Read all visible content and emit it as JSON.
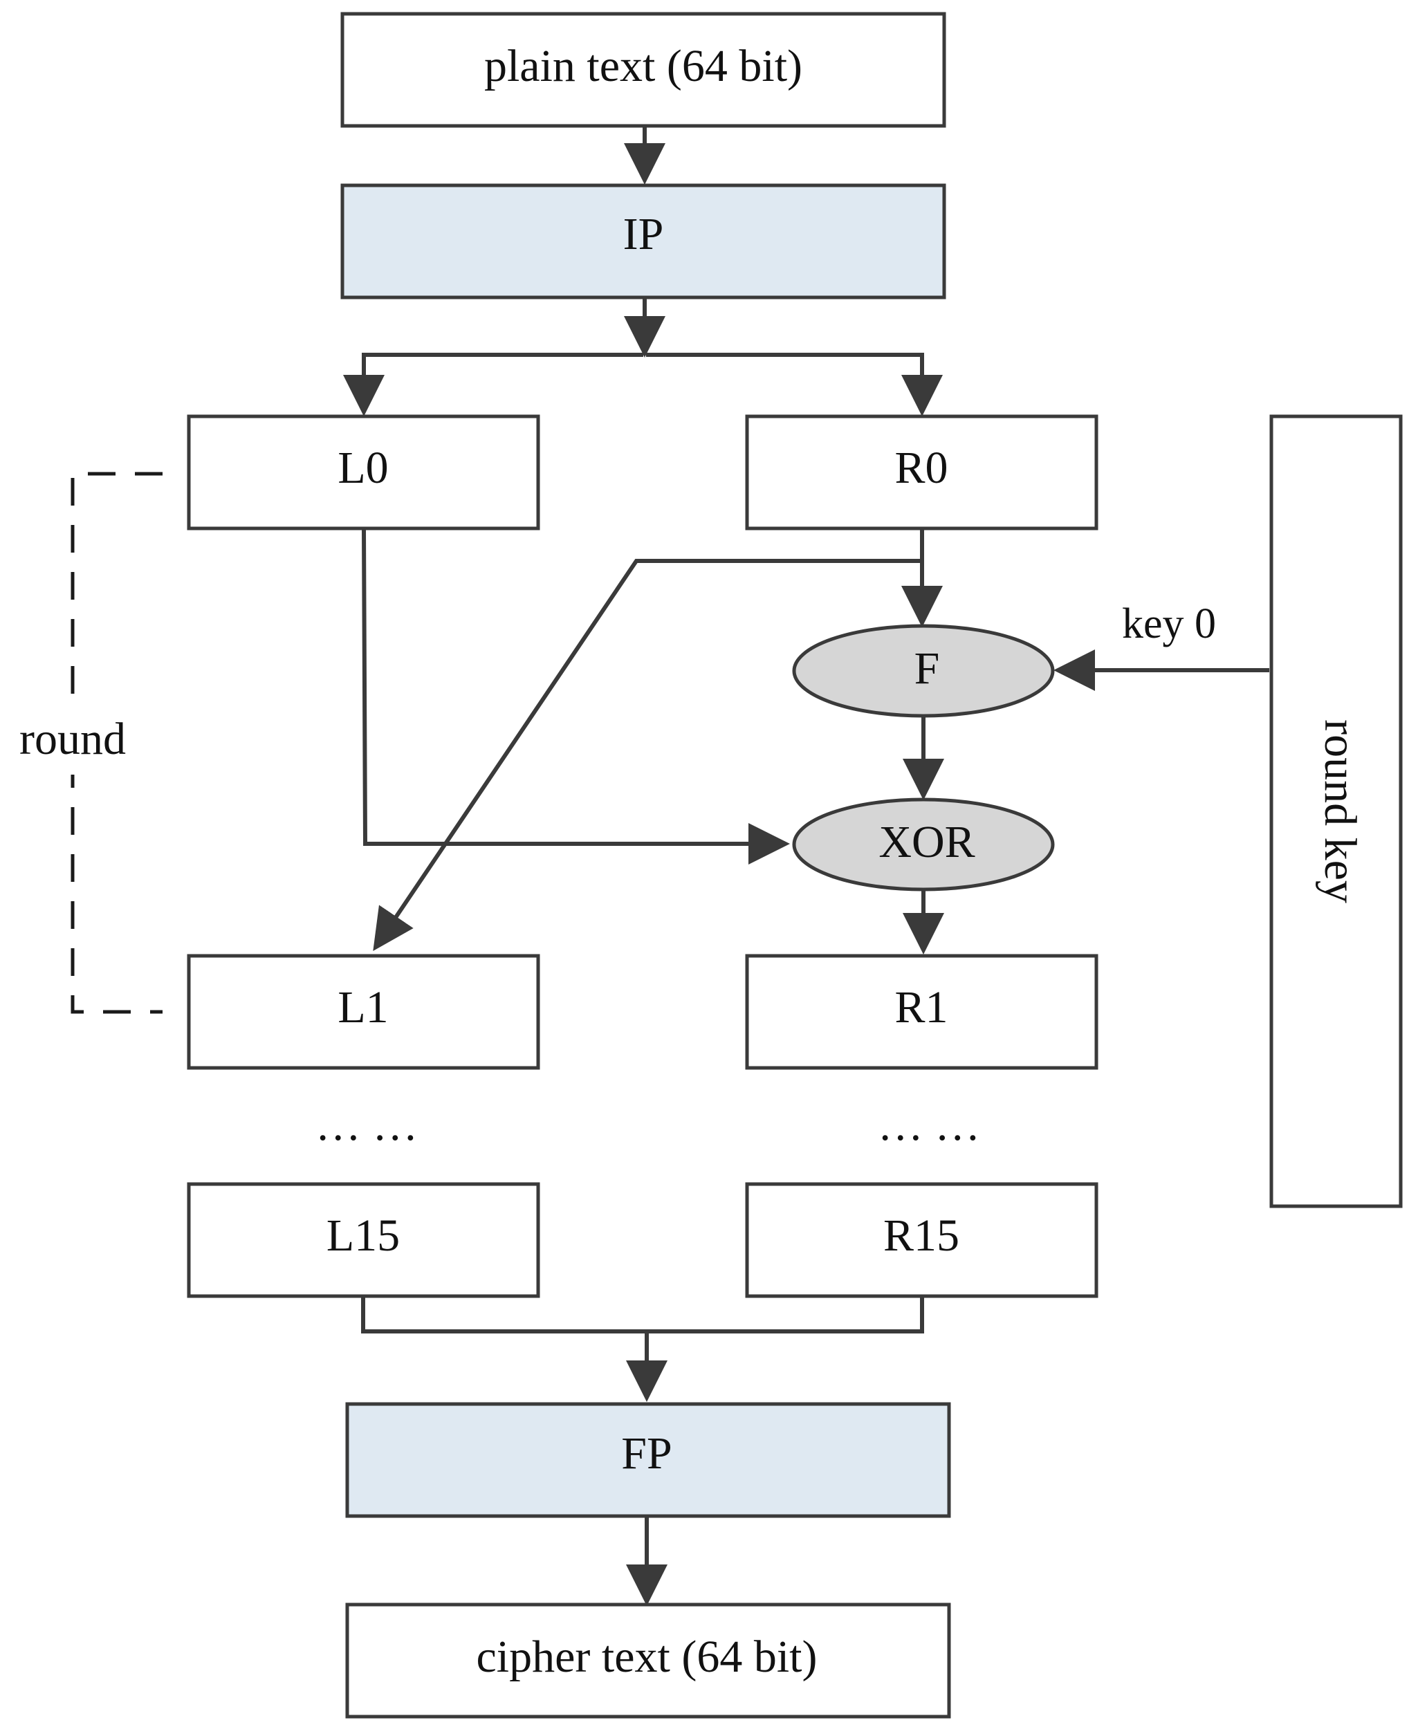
{
  "nodes": {
    "plain_text": "plain text (64 bit)",
    "ip": "IP",
    "l0": "L0",
    "r0": "R0",
    "f": "F",
    "xor": "XOR",
    "l1": "L1",
    "r1": "R1",
    "ellipsis_left": "… …",
    "ellipsis_right": "… …",
    "l15": "L15",
    "r15": "R15",
    "fp": "FP",
    "cipher_text": "cipher text (64 bit)",
    "round_key": "round key"
  },
  "labels": {
    "round": "round",
    "key0": "key 0"
  },
  "colors": {
    "stroke": "#3a3a3a",
    "permutation_fill": "#dfe9f2",
    "operation_fill": "#d6d6d6"
  }
}
